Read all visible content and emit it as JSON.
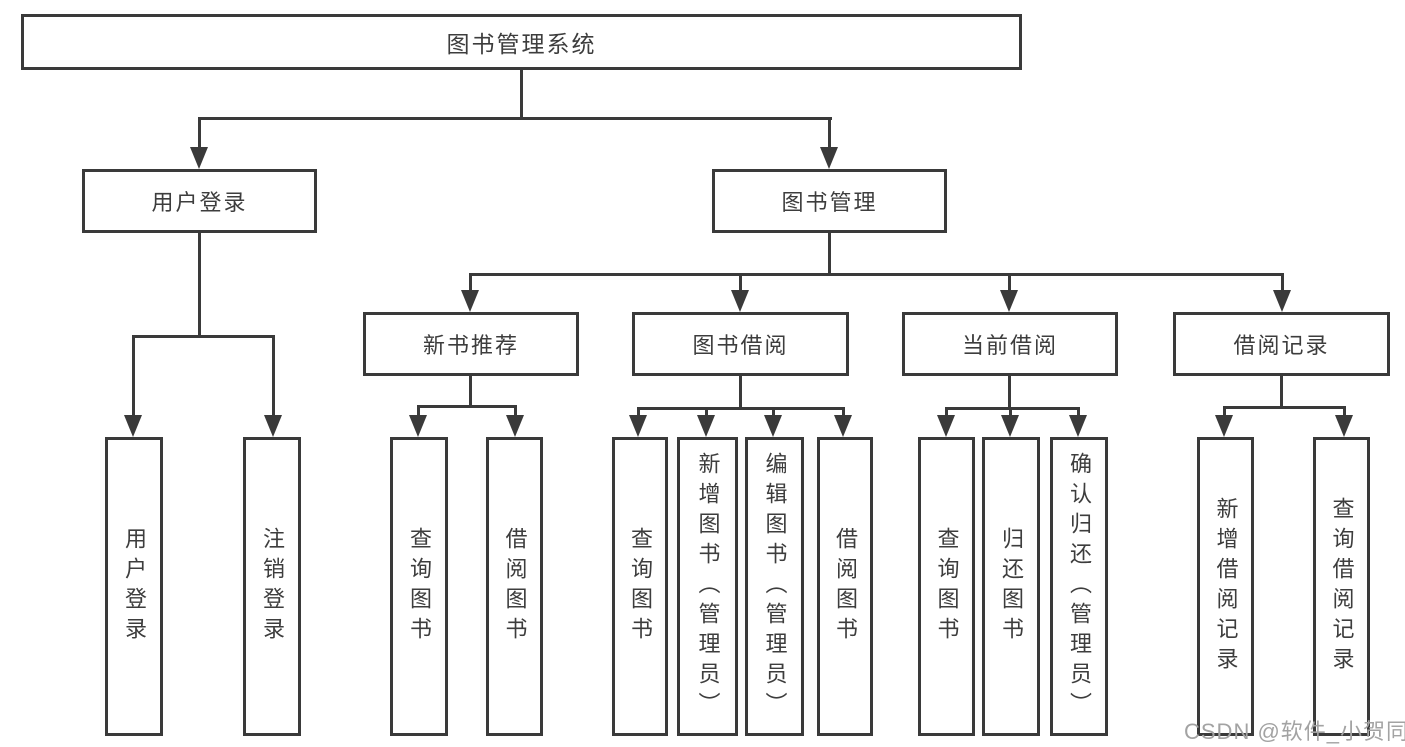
{
  "nodes": {
    "root": {
      "label": "图书管理系统"
    },
    "user_login": {
      "label": "用户登录"
    },
    "book_mgmt": {
      "label": "图书管理"
    },
    "new_book": {
      "label": "新书推荐"
    },
    "book_borrow": {
      "label": "图书借阅"
    },
    "current_borrow": {
      "label": "当前借阅"
    },
    "borrow_record": {
      "label": "借阅记录"
    },
    "user_login_children": [
      {
        "label": "用户登录"
      },
      {
        "label": "注销登录"
      }
    ],
    "new_book_children": [
      {
        "label": "查询图书"
      },
      {
        "label": "借阅图书"
      }
    ],
    "book_borrow_children": [
      {
        "label": "查询图书"
      },
      {
        "label": "新增图书（管理员）"
      },
      {
        "label": "编辑图书（管理员）"
      },
      {
        "label": "借阅图书"
      }
    ],
    "current_borrow_children": [
      {
        "label": "查询图书"
      },
      {
        "label": "归还图书"
      },
      {
        "label": "确认归还（管理员）"
      }
    ],
    "borrow_record_children": [
      {
        "label": "新增借阅记录"
      },
      {
        "label": "查询借阅记录"
      }
    ]
  },
  "watermark": {
    "text": "CSDN @软件_小贺同学"
  },
  "colors": {
    "line": "#3a3a3a",
    "text": "#3d3d3d",
    "watermark": "#a3a3a3",
    "background": "#ffffff"
  }
}
